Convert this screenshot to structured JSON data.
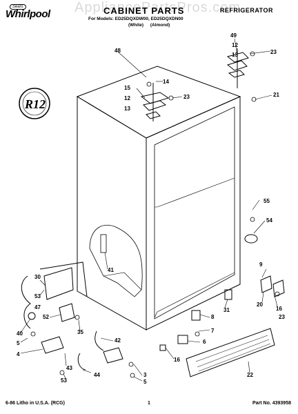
{
  "header": {
    "brand_small": "Sears",
    "brand": "Whirlpool",
    "title": "CABINET PARTS",
    "appliance": "REFRIGERATOR",
    "models": "For Models: ED25DQXDW00, ED25DQXDN00",
    "colors": "(White)   (Almond)",
    "watermark": "AppliancePartsPros.com"
  },
  "logo": {
    "badge": "R12"
  },
  "callouts": [
    "48",
    "49",
    "12",
    "13",
    "23",
    "15",
    "12",
    "13",
    "14",
    "23",
    "21",
    "55",
    "54",
    "41",
    "9",
    "30",
    "53",
    "47",
    "20",
    "16",
    "23",
    "31",
    "8",
    "52",
    "40",
    "5",
    "35",
    "42",
    "7",
    "6",
    "4",
    "43",
    "44",
    "16",
    "53",
    "3",
    "5",
    "22"
  ],
  "footer": {
    "left": "6-86 Litho in U.S.A. (RCG)",
    "page": "1",
    "part_no": "Part No. 4393958"
  }
}
